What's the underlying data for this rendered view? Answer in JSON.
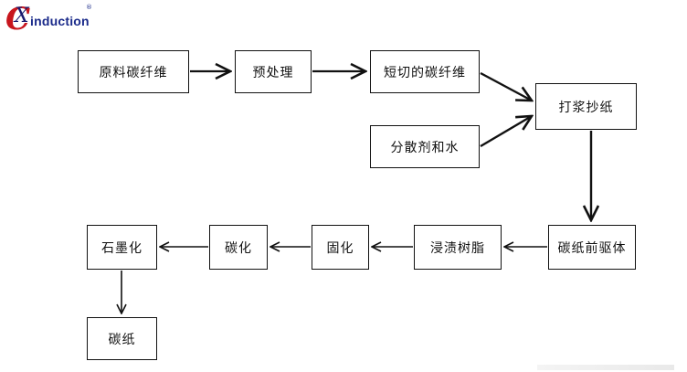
{
  "logo": {
    "mark_c": "C",
    "mark_x": "X",
    "wordmark": "induction",
    "registered": "®",
    "brand_color": "#c8161d",
    "text_color": "#1a2a8a"
  },
  "nodes": {
    "raw_fiber": "原料碳纤维",
    "pretreat": "预处理",
    "chopped": "短切的碳纤维",
    "pulping": "打浆抄纸",
    "dispersant": "分散剂和水",
    "precursor": "碳纸前驱体",
    "impregnate": "浸渍树脂",
    "curing": "固化",
    "carbonize": "碳化",
    "graphitize": "石墨化",
    "carbon_paper": "碳纸"
  }
}
